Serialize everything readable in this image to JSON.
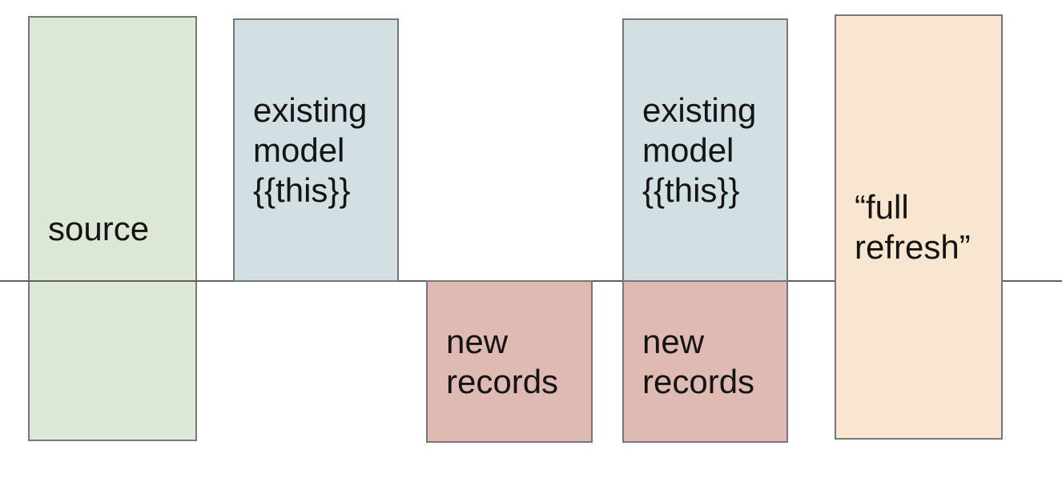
{
  "diagram": {
    "background_color": "#ffffff",
    "box_border_color": "#757779",
    "timeline_color": "#5f5f5f",
    "text_color": "#141414",
    "boxes": [
      {
        "name": "source",
        "label": "source",
        "lines": [
          "source"
        ],
        "fill": "#dce8d5"
      },
      {
        "name": "existing-model-left",
        "label": "existing model {{this}}",
        "lines": [
          "existing",
          "model",
          "{{this}}"
        ],
        "fill": "#d2dfe3"
      },
      {
        "name": "new-records-left",
        "label": "new records",
        "lines": [
          "new",
          "records"
        ],
        "fill": "#debab2"
      },
      {
        "name": "existing-model-right",
        "label": "existing model {{this}}",
        "lines": [
          "existing",
          "model",
          "{{this}}"
        ],
        "fill": "#d2dfe3"
      },
      {
        "name": "new-records-right",
        "label": "new records",
        "lines": [
          "new",
          "records"
        ],
        "fill": "#debab2"
      },
      {
        "name": "full-refresh",
        "label": "“full refresh”",
        "lines": [
          "“full",
          "refresh”"
        ],
        "fill": "#f9e6d1"
      }
    ]
  }
}
